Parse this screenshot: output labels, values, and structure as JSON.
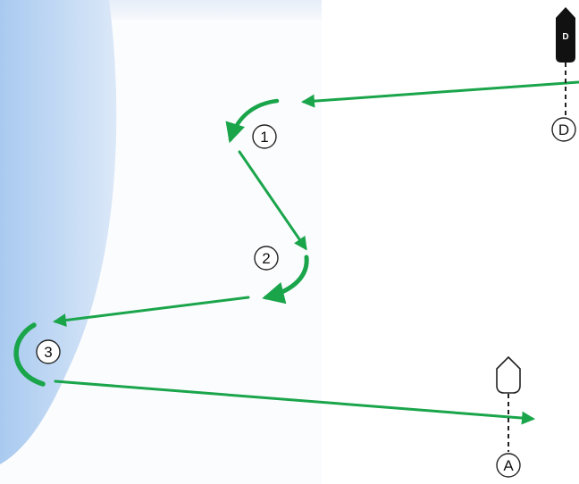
{
  "colors": {
    "path": "#1aa54b",
    "shore_light": "#dce9f9",
    "shore_dark": "#aacbef",
    "buoy_stroke": "#222222",
    "boat_dark": "#111111",
    "boat_light": "#ffffff"
  },
  "icons": {
    "start_boat": "boat-icon-dark",
    "end_boat": "boat-icon-outline",
    "markers": "circled-number"
  },
  "steps": [
    {
      "id": "step-1",
      "label": "1"
    },
    {
      "id": "step-2",
      "label": "2"
    },
    {
      "id": "step-3",
      "label": "3"
    }
  ],
  "points": [
    {
      "id": "point-d",
      "label": "D"
    },
    {
      "id": "point-a",
      "label": "A"
    }
  ],
  "boats": [
    {
      "id": "boat-start",
      "label": "D",
      "style": "dark"
    },
    {
      "id": "boat-end",
      "label": "",
      "style": "outline"
    }
  ]
}
